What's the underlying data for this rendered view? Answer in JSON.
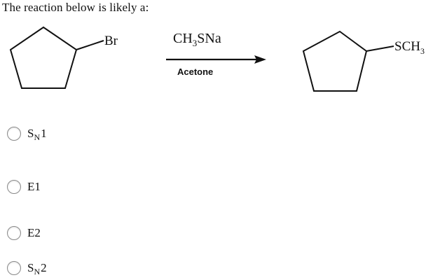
{
  "question": "The reaction below is likely a:",
  "scheme": {
    "reactant_substituent": "Br",
    "reagent_prefix": "CH",
    "reagent_sub": "3",
    "reagent_suffix": "SNa",
    "solvent": "Acetone",
    "product_prefix": "SCH",
    "product_sub": "3"
  },
  "options": [
    {
      "main": "S",
      "sub": "N",
      "tail": "1"
    },
    {
      "main": "E1",
      "sub": "",
      "tail": ""
    },
    {
      "main": "E2",
      "sub": "",
      "tail": ""
    },
    {
      "main": "S",
      "sub": "N",
      "tail": "2"
    }
  ]
}
